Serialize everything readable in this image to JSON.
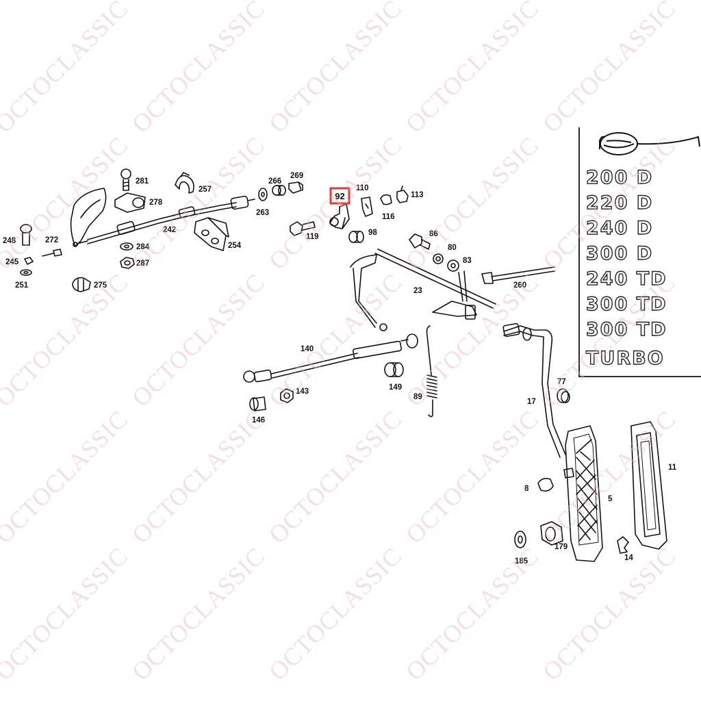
{
  "watermark": {
    "text": "OCTOCLASSIC",
    "color": "#e6b7b7"
  },
  "highlight": {
    "label": "92",
    "color": "#e8382e"
  },
  "emblems": [
    "200 D",
    "220 D",
    "240 D",
    "300 D",
    "240 TD",
    "300 TD",
    "300 TD",
    "TURBO"
  ],
  "parts": [
    {
      "id": "p281",
      "label": "281"
    },
    {
      "id": "p257",
      "label": "257"
    },
    {
      "id": "p266",
      "label": "266"
    },
    {
      "id": "p269",
      "label": "269"
    },
    {
      "id": "p278",
      "label": "278"
    },
    {
      "id": "p263",
      "label": "263"
    },
    {
      "id": "p110",
      "label": "110"
    },
    {
      "id": "p113",
      "label": "113"
    },
    {
      "id": "p116",
      "label": "116"
    },
    {
      "id": "p248",
      "label": "248"
    },
    {
      "id": "p272",
      "label": "272"
    },
    {
      "id": "p242",
      "label": "242"
    },
    {
      "id": "p254",
      "label": "254"
    },
    {
      "id": "p119",
      "label": "119"
    },
    {
      "id": "p98",
      "label": "98"
    },
    {
      "id": "p86",
      "label": "86"
    },
    {
      "id": "p284",
      "label": "284"
    },
    {
      "id": "p245",
      "label": "245"
    },
    {
      "id": "p287",
      "label": "287"
    },
    {
      "id": "p80",
      "label": "80"
    },
    {
      "id": "p83",
      "label": "83"
    },
    {
      "id": "p251",
      "label": "251"
    },
    {
      "id": "p275",
      "label": "275"
    },
    {
      "id": "p260",
      "label": "260"
    },
    {
      "id": "p23",
      "label": "23"
    },
    {
      "id": "p140",
      "label": "140"
    },
    {
      "id": "p77",
      "label": "77"
    },
    {
      "id": "p143",
      "label": "143"
    },
    {
      "id": "p149",
      "label": "149"
    },
    {
      "id": "p89",
      "label": "89"
    },
    {
      "id": "p17",
      "label": "17"
    },
    {
      "id": "p146",
      "label": "146"
    },
    {
      "id": "p11",
      "label": "11"
    },
    {
      "id": "p8",
      "label": "8"
    },
    {
      "id": "p5",
      "label": "5"
    },
    {
      "id": "p179",
      "label": "179"
    },
    {
      "id": "p14",
      "label": "14"
    },
    {
      "id": "p185",
      "label": "185"
    }
  ]
}
